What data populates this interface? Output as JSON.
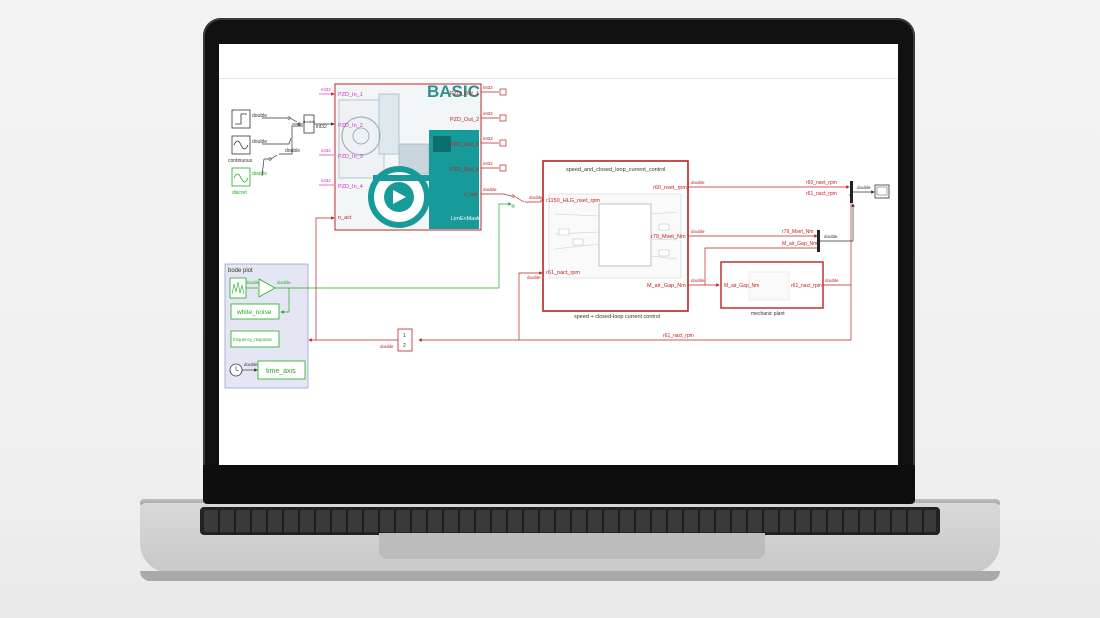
{
  "model": {
    "source_block_type": "double",
    "sine_label": "continuous",
    "discrete_label": "discret",
    "type_double": "double",
    "type_int32": "int32",
    "pzd_in": [
      "PZD_In_1",
      "PZD_In_2",
      "PZD_In_3",
      "PZD_In_4"
    ],
    "pzd_out": [
      "PZD_Out_1",
      "PZD_Out_2",
      "PZD_Out_3",
      "PZD_Out_4"
    ],
    "basic_title": "BASIC",
    "port_n_act": "n_act",
    "port_n_set": "n_set",
    "port_lim": "LimEnMask",
    "ctrl_title": "speed_and_closed_loop_current_control",
    "ctrl_caption": "speed + closed-loop current control",
    "ctrl_in_1": "r1150_HLG_nset_rpm",
    "ctrl_in_2": "r61_nact_rpm",
    "ctrl_out_1": "r60_nset_rpm",
    "ctrl_out_2": "r79_Mset_Nm",
    "ctrl_out_3": "M_air_Gap_Nm",
    "plant_in": "M_air_Gap_Nm",
    "plant_out": "r61_nact_rpm",
    "plant_caption": "mechanic plant",
    "bus1_a": "r60_nset_rpm",
    "bus1_b": "r61_nact_rpm",
    "bus2_a": "r79_Mset_Nm",
    "bus2_b": "M_air_Gap_Nm",
    "feedback_label": "r61_nact_rpm",
    "bode_title": "bode plot",
    "white_noise": "white_noise",
    "freq_resp": "frequency_response",
    "time_axis": "time_axis",
    "gain_num": "1",
    "gain_den": "2"
  }
}
